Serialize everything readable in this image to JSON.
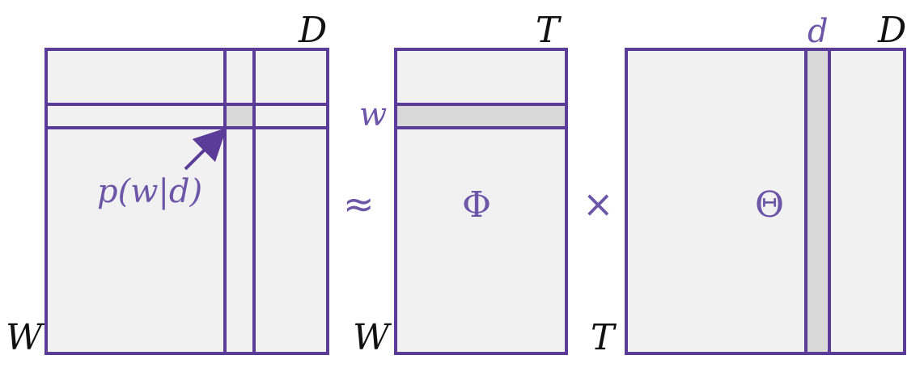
{
  "colors": {
    "stroke": "#5b3d99",
    "fill": "#f1f1f1",
    "highlight": "#d8d8d8",
    "label_purple": "#6d55a8",
    "label_black": "#111111"
  },
  "matrices": {
    "left": {
      "top_label": "D",
      "side_label": "W",
      "annotation": "p(w|d)"
    },
    "phi": {
      "top_label": "T",
      "side_label": "W",
      "row_label": "w",
      "symbol": "Φ"
    },
    "theta": {
      "top_label": "D",
      "side_label": "T",
      "column_label": "d",
      "symbol": "Θ"
    }
  },
  "operators": {
    "approx": "≈",
    "times": "×"
  }
}
